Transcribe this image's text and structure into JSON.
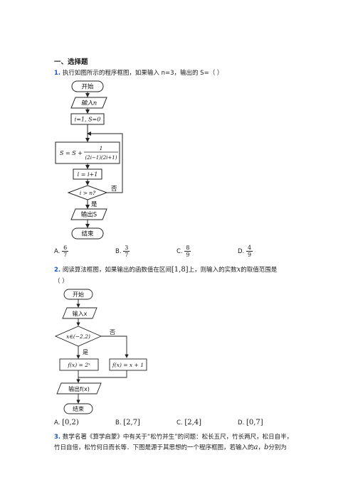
{
  "section_title": "一、选择题",
  "q1": {
    "number": "1.",
    "text": "执行如图所示的程序框图，如果输入 n=3，输出的 S=（   ）",
    "flow": {
      "start": "开始",
      "input": "输入n",
      "init": "i=1, S=0",
      "assign_left": "S = S +",
      "assign_num": "1",
      "assign_den": "(2i−1)(2i+1)",
      "inc": "i = i+1",
      "cond": "i > n?",
      "no": "否",
      "yes": "是",
      "output": "输出S",
      "end": "结束"
    },
    "options": [
      {
        "label": "A.",
        "num": "6",
        "den": "7"
      },
      {
        "label": "B.",
        "num": "3",
        "den": "7"
      },
      {
        "label": "C.",
        "num": "8",
        "den": "9"
      },
      {
        "label": "D.",
        "num": "4",
        "den": "9"
      }
    ]
  },
  "q2": {
    "number": "2.",
    "text_before": "阅读算法框图，如果输出的函数值在区间",
    "interval": "[1,8]",
    "text_after": "上，则输入的实数",
    "var": "x",
    "text_end": "的取值范围是",
    "paren": "（   ）",
    "flow": {
      "start": "开始",
      "input": "输入x",
      "cond": "x∈(−2,2)",
      "no": "否",
      "yes": "是",
      "left_box": "f(x) = 2ˣ",
      "right_box": "f(x) = x + 1",
      "output": "输出f(x)",
      "end": "结束"
    },
    "options": [
      {
        "label": "A.",
        "value": "[0,2)"
      },
      {
        "label": "B.",
        "value": "[2,7]"
      },
      {
        "label": "C.",
        "value": "[2,4]"
      },
      {
        "label": "D.",
        "value": "[0,7]"
      }
    ]
  },
  "q3": {
    "number": "3.",
    "line1": "数学名著《算学启蒙》中有关于“松竹并生”的问题：松长五尺，竹长两尺，松日自半，",
    "line2": "竹日自倍，松竹何日而长等．下图是源于其思想的一个程序框图，若输入的",
    "var_a": "a",
    "sep": "，",
    "var_b": "b",
    "line2_end": "分别为"
  }
}
